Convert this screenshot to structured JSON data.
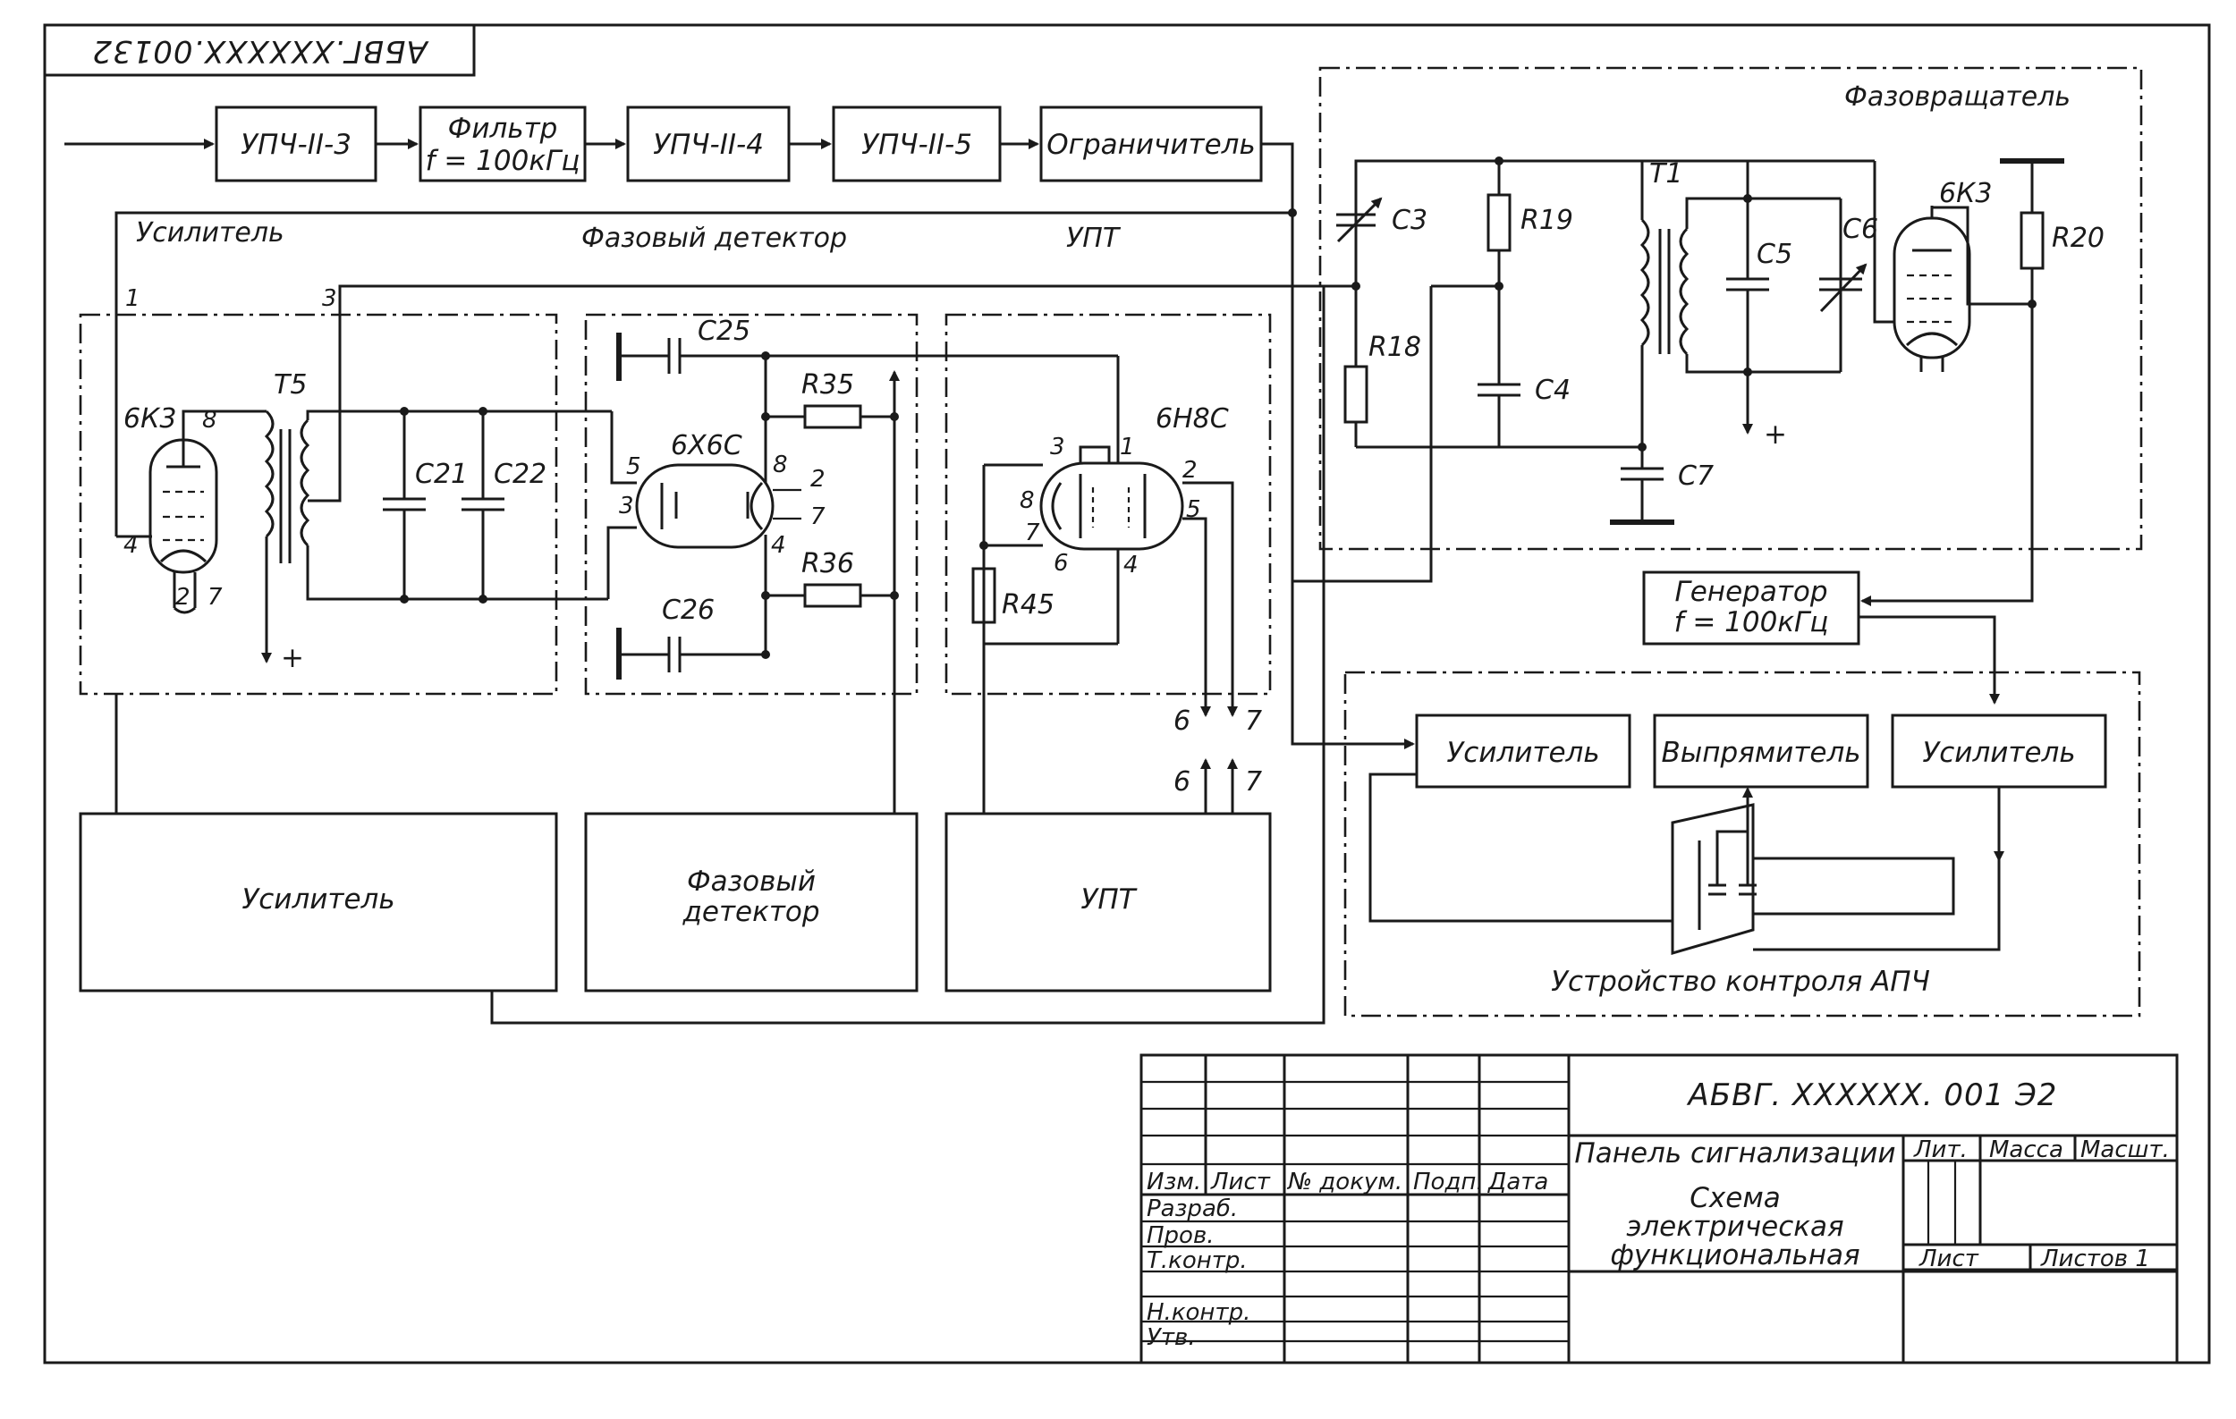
{
  "corner_code": "АБВГ.XXXXXX.00132",
  "top_chain": {
    "block1": "УПЧ-II-3",
    "filter_line1": "Фильтр",
    "filter_line2": "f = 100кГц",
    "block3": "УПЧ-II-4",
    "block4": "УПЧ-II-5",
    "block5": "Ограничитель"
  },
  "sections": {
    "amplifier": "Усилитель",
    "phase_detector": "Фазовый детектор",
    "dc_amp": "УПТ",
    "phase_shifter": "Фазовращатель"
  },
  "components": {
    "tube_6k3_left": "6К3",
    "t5": "Т5",
    "c21": "C21",
    "c22": "C22",
    "c25": "C25",
    "c26": "C26",
    "r35": "R35",
    "r36": "R36",
    "tube_6x6c": "6Х6С",
    "tube_6n8c": "6Н8С",
    "r45": "R45",
    "c3": "C3",
    "r19": "R19",
    "r18": "R18",
    "c4": "C4",
    "t1": "Т1",
    "c5": "C5",
    "c6": "C6",
    "c7": "C7",
    "tube_6k3_right": "6К3",
    "r20": "R20"
  },
  "pins": {
    "p1": "1",
    "p2": "2",
    "p3": "3",
    "p4": "4",
    "p5": "5",
    "p6": "6",
    "p7": "7",
    "p8": "8",
    "plus": "+"
  },
  "generator": {
    "line1": "Генератор",
    "line2": "f = 100кГц"
  },
  "apc": {
    "amp_in": "Усилитель",
    "rectifier": "Выпрямитель",
    "amp_out": "Усилитель",
    "caption": "Устройство контроля АПЧ"
  },
  "bottom_blocks": {
    "amplifier": "Усилитель",
    "phase_detector_line1": "Фазовый",
    "phase_detector_line2": "детектор",
    "dc_amp": "УПТ"
  },
  "title_block": {
    "designation": "АБВГ. XXXXXX. 001 Э2",
    "product": "Панель сигнализации",
    "doc_line1": "Схема",
    "doc_line2": "электрическая",
    "doc_line3": "функциональная",
    "col_izm": "Изм.",
    "col_list": "Лист",
    "col_docnum": "№ докум.",
    "col_sign": "Подп.",
    "col_date": "Дата",
    "row_razrab": "Разраб.",
    "row_prov": "Пров.",
    "row_tkontr": "Т.контр.",
    "row_nkontr": "Н.контр.",
    "row_utv": "Утв.",
    "lit": "Лит.",
    "mass": "Масса",
    "scale": "Масшт.",
    "sheet": "Лист",
    "sheets": "Листов 1"
  }
}
